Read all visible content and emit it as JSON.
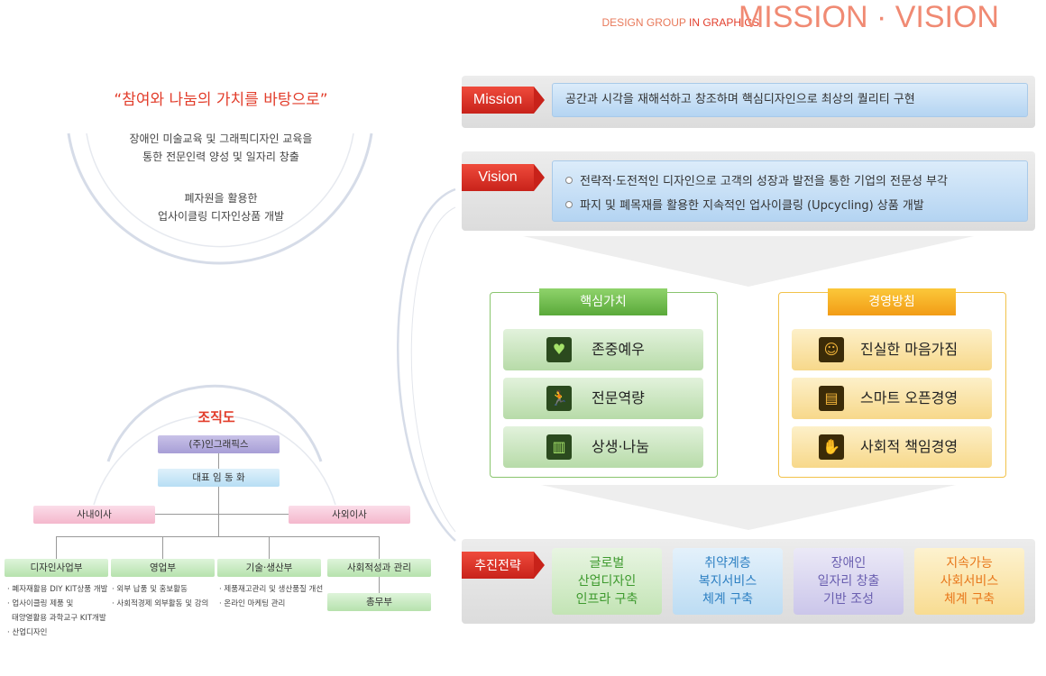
{
  "header": {
    "sub_a": "DESIGN GROUP ",
    "sub_b": "IN GRAPHICS",
    "title": "MISSION · VISION"
  },
  "left": {
    "slogan": "“참여와 나눔의 가치를 바탕으로”",
    "text1_l1": "장애인 미술교육 및 그래픽디자인 교육을",
    "text1_l2": "통한 전문인력 양성 및 일자리 창출",
    "text2_l1": "폐자원을 활용한",
    "text2_l2": "업사이클링 디자인상품 개발"
  },
  "org": {
    "title": "조직도",
    "company": "(주)인그래픽스",
    "ceo": "대표 임 동 화",
    "inner_director": "사내이사",
    "outer_director": "사외이사",
    "depts": [
      {
        "name": "디자인사업부",
        "tasks": [
          "· 폐자재활용 DIY KIT상품 개발",
          "· 업사이클링 제품 및",
          "  태양열활용 과학교구 KIT개발",
          "· 산업디자인"
        ]
      },
      {
        "name": "영업부",
        "tasks": [
          "· 외부 납품 및 홍보활동",
          "· 사회적경제 외부활동 및 강의"
        ]
      },
      {
        "name": "기술·생산부",
        "tasks": [
          "· 제품재고관리 및 생산품질 개선",
          "· 온라인 마케팅 관리"
        ]
      },
      {
        "name": "사회적성과 관리",
        "tasks": []
      }
    ],
    "general_affairs": "총무부"
  },
  "mission": {
    "label": "Mission",
    "text": "공간과 시각을 재해석하고 창조하며 핵심디자인으로 최상의 퀄리티 구현"
  },
  "vision": {
    "label": "Vision",
    "items": [
      "전략적·도전적인 디자인으로 고객의 성장과 발전을 통한 기업의 전문성 부각",
      "파지 및 폐목재를 활용한 지속적인 업사이클링 (Upcycling) 상품 개발"
    ]
  },
  "core_values": {
    "title": "핵심가치",
    "items": [
      {
        "label": "존중예우",
        "icon": "respect-icon"
      },
      {
        "label": "전문역량",
        "icon": "running-person-icon"
      },
      {
        "label": "상생·나눔",
        "icon": "building-icon"
      }
    ]
  },
  "management": {
    "title": "경영방침",
    "items": [
      {
        "label": "진실한 마음가짐",
        "icon": "smile-icon"
      },
      {
        "label": "스마트 오픈경영",
        "icon": "book-icon"
      },
      {
        "label": "사회적 책임경영",
        "icon": "globe-hand-icon"
      }
    ]
  },
  "strategy": {
    "label": "추진전략",
    "items": [
      {
        "l1": "글로벌",
        "l2": "산업디자인",
        "l3": "인프라 구축",
        "color": "#3e9a2e"
      },
      {
        "l1": "취약계층",
        "l2": "복지서비스",
        "l3": "체계 구축",
        "color": "#2c7fc2"
      },
      {
        "l1": "장애인",
        "l2": "일자리 창출",
        "l3": "기반 조성",
        "color": "#6a5fb0"
      },
      {
        "l1": "지속가능",
        "l2": "사회서비스",
        "l3": "체계 구축",
        "color": "#e8771a"
      }
    ]
  }
}
